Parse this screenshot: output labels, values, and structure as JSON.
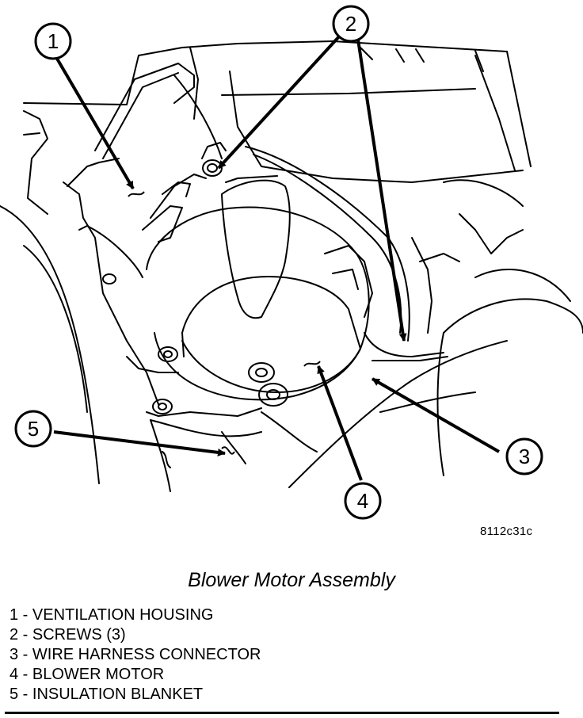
{
  "figure_code": "8112c31c",
  "caption": "Blower Motor Assembly",
  "callouts": [
    {
      "number": "1"
    },
    {
      "number": "2"
    },
    {
      "number": "3"
    },
    {
      "number": "4"
    },
    {
      "number": "5"
    }
  ],
  "legend": [
    {
      "text": "1 - VENTILATION HOUSING"
    },
    {
      "text": "2 - SCREWS (3)"
    },
    {
      "text": "3 - WIRE HARNESS CONNECTOR"
    },
    {
      "text": "4 - BLOWER MOTOR"
    },
    {
      "text": "5 - INSULATION BLANKET"
    }
  ]
}
